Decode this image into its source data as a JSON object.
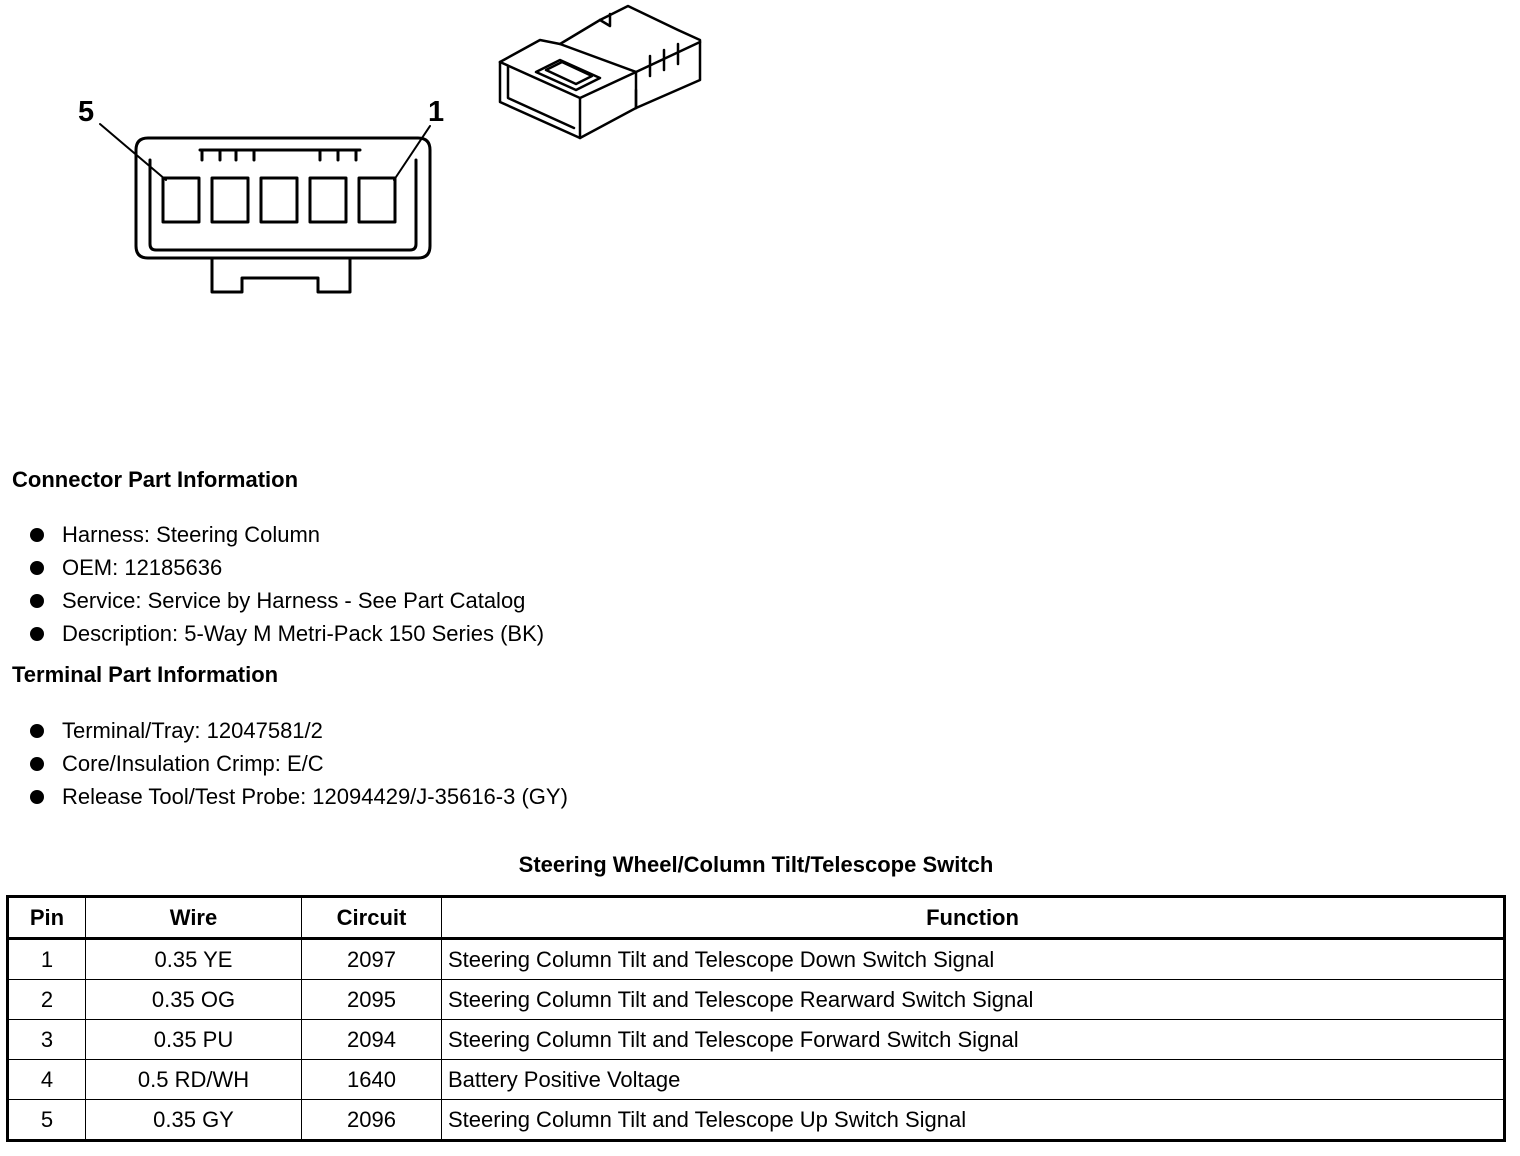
{
  "diagram": {
    "pin_left_label": "5",
    "pin_right_label": "1"
  },
  "connector_info": {
    "title": "Connector Part Information",
    "items": [
      "Harness: Steering Column",
      "OEM: 12185636",
      "Service: Service by Harness - See Part Catalog",
      "Description: 5-Way M Metri-Pack 150 Series (BK)"
    ]
  },
  "terminal_info": {
    "title": "Terminal Part Information",
    "items": [
      "Terminal/Tray: 12047581/2",
      "Core/Insulation Crimp: E/C",
      "Release Tool/Test Probe: 12094429/J-35616-3 (GY)"
    ]
  },
  "table": {
    "title": "Steering Wheel/Column Tilt/Telescope Switch",
    "headers": {
      "pin": "Pin",
      "wire": "Wire",
      "circuit": "Circuit",
      "function": "Function"
    },
    "rows": [
      {
        "pin": "1",
        "wire": "0.35 YE",
        "circuit": "2097",
        "function": "Steering Column Tilt and Telescope Down Switch Signal"
      },
      {
        "pin": "2",
        "wire": "0.35 OG",
        "circuit": "2095",
        "function": "Steering Column Tilt and Telescope Rearward Switch Signal"
      },
      {
        "pin": "3",
        "wire": "0.35 PU",
        "circuit": "2094",
        "function": "Steering Column Tilt and Telescope Forward Switch Signal"
      },
      {
        "pin": "4",
        "wire": "0.5 RD/WH",
        "circuit": "1640",
        "function": "Battery Positive Voltage"
      },
      {
        "pin": "5",
        "wire": "0.35 GY",
        "circuit": "2096",
        "function": "Steering Column Tilt and Telescope Up Switch Signal"
      }
    ]
  }
}
